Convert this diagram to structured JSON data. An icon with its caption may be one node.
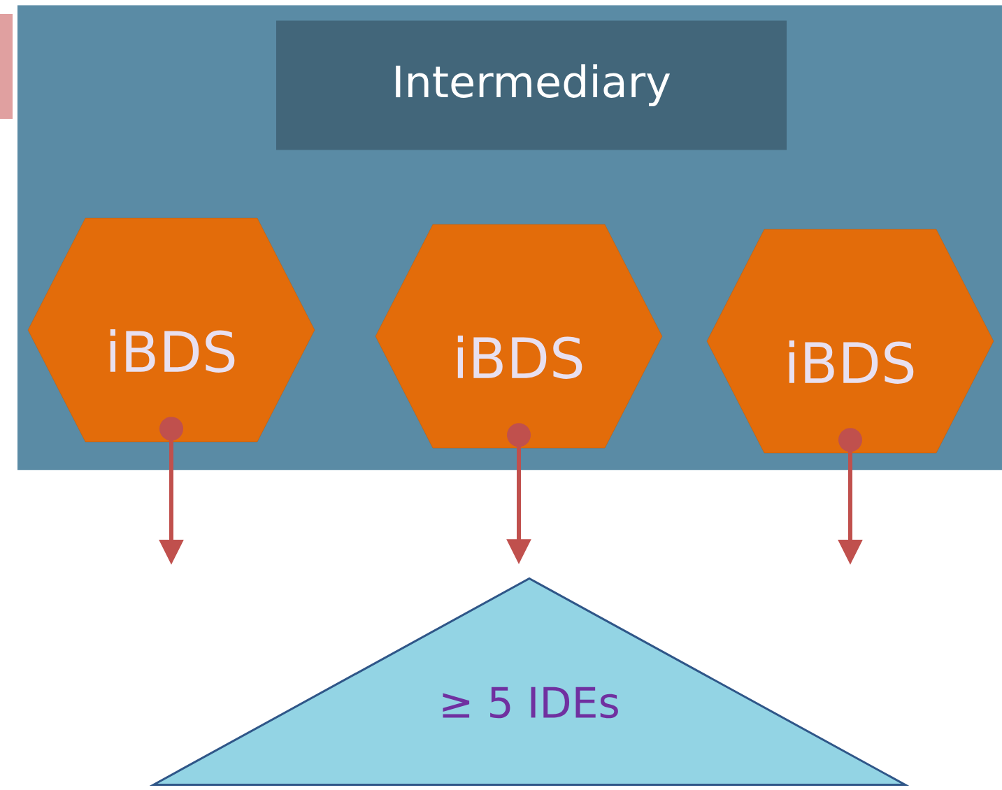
{
  "diagram": {
    "nodes": [
      {
        "text": [],
        "shape": "box"
      },
      {
        "text": [],
        "shape": "box"
      },
      {
        "text": [
          "Intermediary"
        ],
        "in": 1
      },
      {
        "text": [
          "iBDS"
        ],
        "in": 1
      },
      {
        "text": [
          "iBDS"
        ],
        "in": 1
      },
      {
        "text": [
          "iBDS"
        ],
        "in": 1
      },
      {
        "text": [
          "≥ 5 IDEs"
        ]
      }
    ],
    "edges": [
      {
        "from": 3,
        "to": null,
        "arrow": "to"
      },
      {
        "from": 4,
        "to": 6,
        "arrow": "to"
      },
      {
        "from": 5,
        "to": null,
        "arrow": "to"
      }
    ]
  }
}
